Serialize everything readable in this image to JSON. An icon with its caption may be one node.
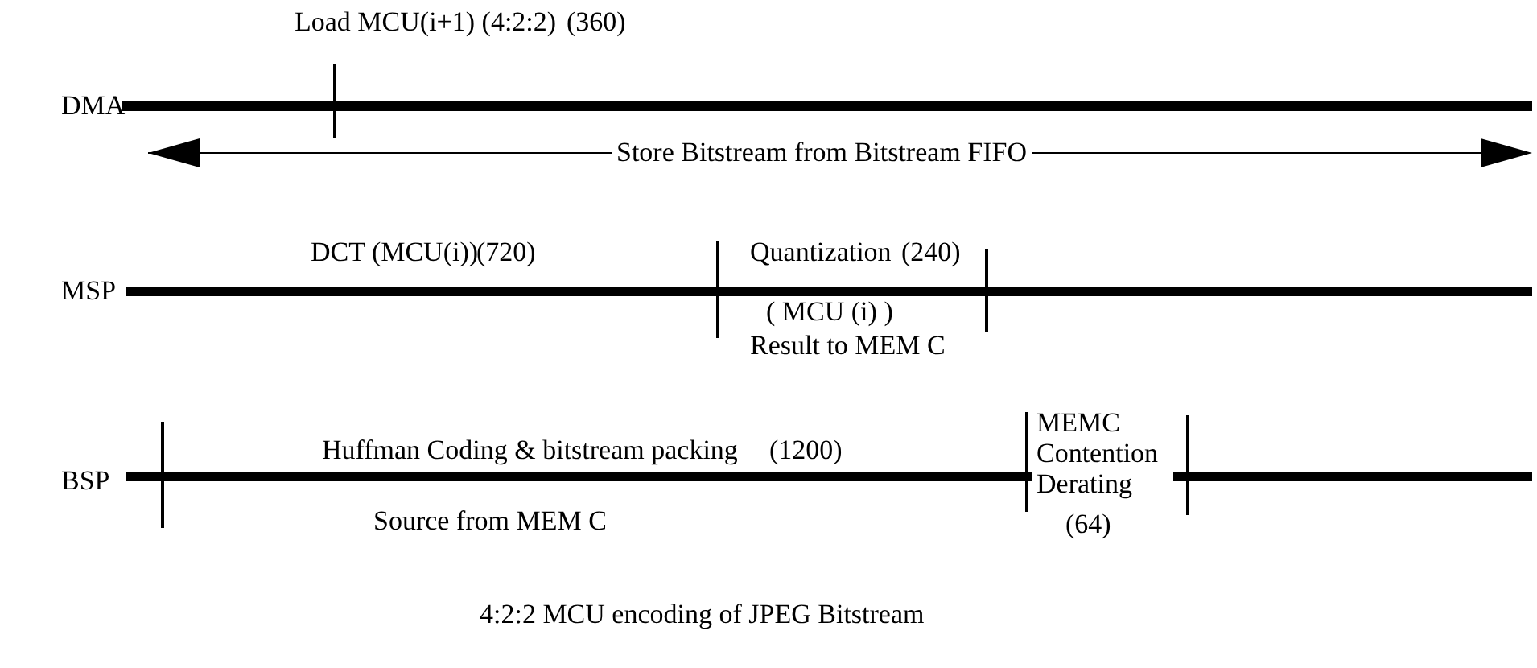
{
  "diagram": {
    "caption": "4:2:2 MCU encoding of JPEG Bitstream",
    "labels": [
      "Load MCU(i+1) (4:2:2)",
      "(360)",
      "DMA",
      "Store Bitstream from Bitstream FIFO",
      "MSP",
      "DCT (MCU(i))",
      "(720)",
      "Quantization",
      "(240)",
      "( MCU (i) )",
      "Result to MEM C",
      "BSP",
      "Huffman Coding & bitstream packing",
      "(1200)",
      "MEMC Contention Derating",
      "Source from MEM C",
      "(64)"
    ]
  }
}
